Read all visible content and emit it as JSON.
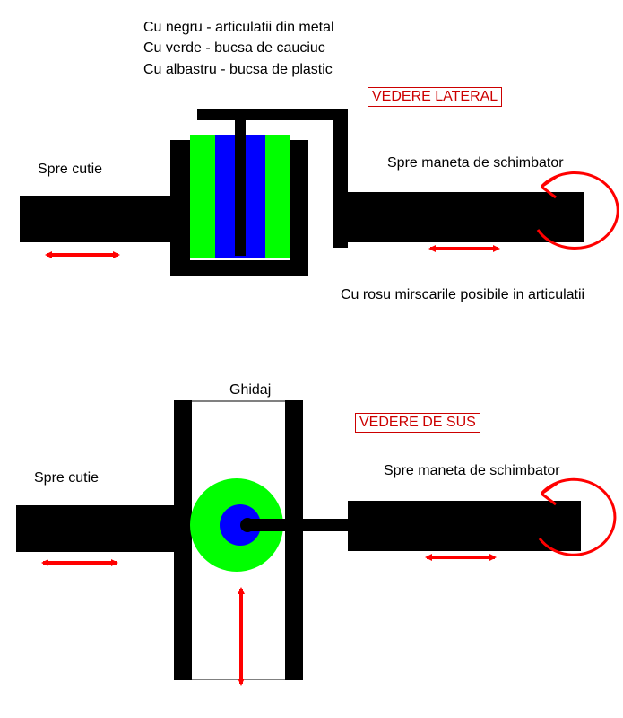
{
  "legend": {
    "black": "Cu negru - articulatii din metal",
    "green": "Cu verde - bucsa de cauciuc",
    "blue": "Cu albastru - bucsa de plastic"
  },
  "side_view": {
    "title": "VEDERE LATERAL",
    "left_label": "Spre cutie",
    "right_label": "Spre maneta de schimbator",
    "note": "Cu rosu mirscarile posibile in articulatii"
  },
  "top_view": {
    "title": "VEDERE DE SUS",
    "guide_label": "Ghidaj",
    "left_label": "Spre cutie",
    "right_label": "Spre maneta de schimbator"
  },
  "colors": {
    "metal": "#000000",
    "rubber": "#00ff00",
    "plastic": "#0000ff",
    "motion": "#ff0000",
    "title_red": "#cc0000"
  }
}
